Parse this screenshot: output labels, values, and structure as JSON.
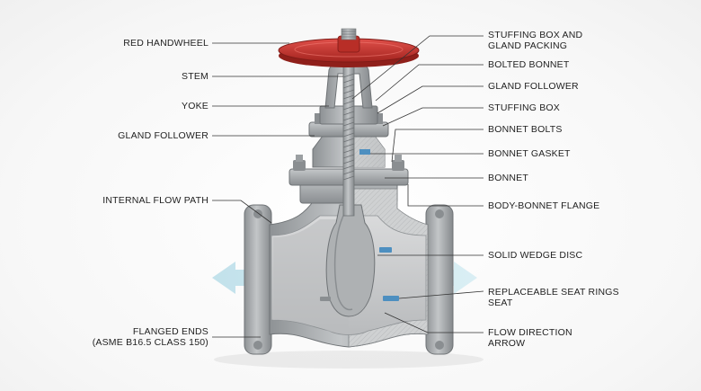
{
  "labels": {
    "red_handwheel": "RED HANDWHEEL",
    "stem": "STEM",
    "yoke": "YOKE",
    "gland_follower_left": "GLAND FOLLOWER",
    "internal_flow_path": "INTERNAL FLOW PATH",
    "flanged_ends_line1": "FLANGED ENDS",
    "flanged_ends_line2": "(ASME B16.5 CLASS 150)",
    "stuffing_box_gland_line1": "STUFFING BOX AND",
    "stuffing_box_gland_line2": "GLAND PACKING",
    "bolted_bonnet": "BOLTED BONNET",
    "gland_follower_right": "GLAND FOLLOWER",
    "stuffing_box": "STUFFING BOX",
    "bonnet_bolts": "BONNET BOLTS",
    "bonnet_gasket": "BONNET GASKET",
    "bonnet": "BONNET",
    "body_bonnet_flange": "BODY-BONNET FLANGE",
    "solid_wedge_disc": "SOLID WEDGE DISC",
    "replaceable_seat_line1": "REPLACEABLE SEAT RINGS",
    "replaceable_seat_line2": "SEAT",
    "flow_direction_line1": "FLOW DIRECTION",
    "flow_direction_line2": "ARROW"
  },
  "colors": {
    "handwheel": "#c8342c",
    "metal": "#a9acae",
    "metal_dark": "#7f8386",
    "cut_face": "#c9cbcc",
    "flow_arrow": "#bfe0ea",
    "seat_ring": "#4d8fc0",
    "leader": "#333333"
  }
}
